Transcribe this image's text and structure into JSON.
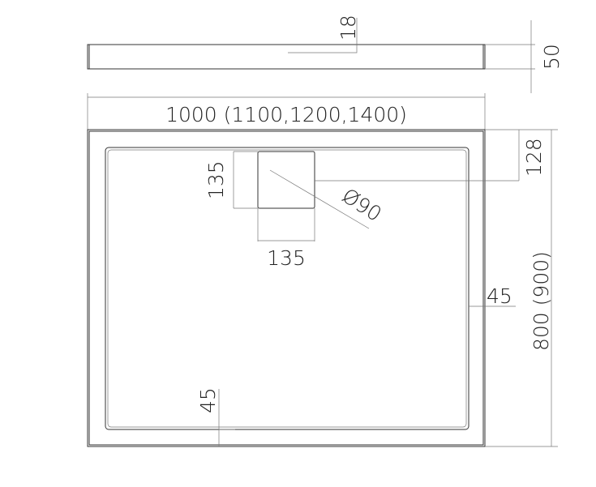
{
  "drawing": {
    "side_view": {
      "depth_label": "18",
      "height_label": "50"
    },
    "top_view": {
      "width_label": "1000 (1100,1200,1400)",
      "length_label": "800 (900)",
      "drain_offset_label": "128",
      "drain_height_label": "135",
      "drain_width_label": "135",
      "drain_diameter_label": "Ø90",
      "rim_right_label": "45",
      "rim_bottom_label": "45"
    },
    "line_color": "#333333"
  }
}
